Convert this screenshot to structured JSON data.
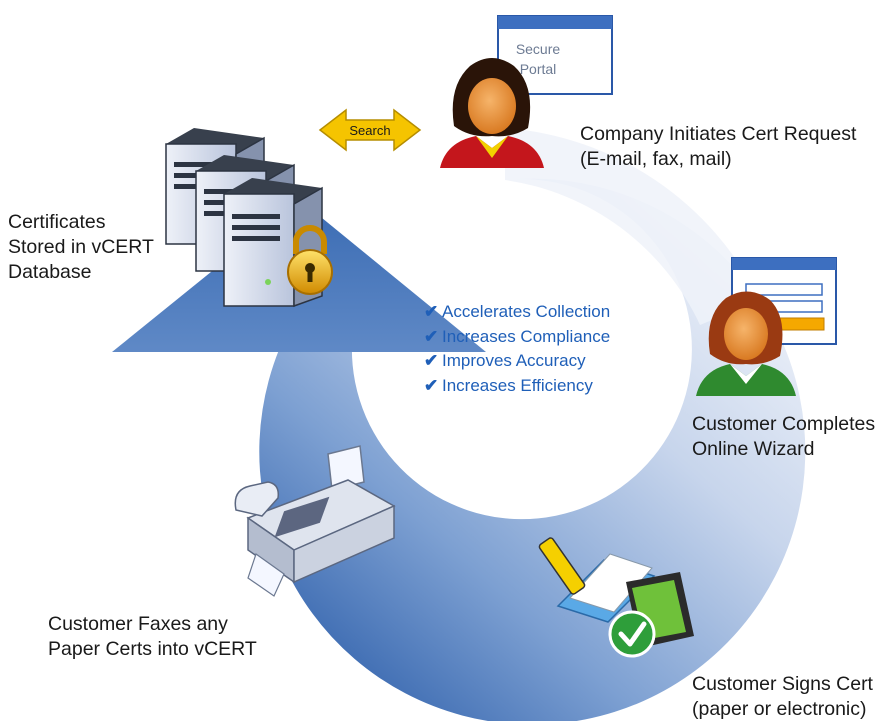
{
  "labels": {
    "certificates_stored": [
      "Certificates",
      "Stored in vCERT",
      "Database"
    ],
    "company_initiates": [
      "Company Initiates Cert Request",
      "(E-mail, fax, mail)"
    ],
    "customer_completes": [
      "Customer Completes",
      "Online Wizard"
    ],
    "customer_signs": [
      "Customer Signs Cert",
      "(paper or electronic)"
    ],
    "customer_faxes": [
      "Customer Faxes any",
      "Paper Certs into vCERT"
    ]
  },
  "search_label": "Search",
  "portal_text": [
    "Secure",
    "Portal"
  ],
  "benefits": [
    "Accelerates Collection",
    "Increases Compliance",
    "Improves Accuracy",
    "Increases Efficiency"
  ],
  "icons": {
    "check": "✔",
    "servers": "database-servers-icon",
    "lock": "padlock-icon",
    "fax": "fax-machine-icon",
    "sign": "sign-document-icon"
  },
  "colors": {
    "cycle_light": "#e8eef8",
    "cycle_dark": "#3c6eb6",
    "checklist_text": "#1f5fb8",
    "search_arrow": "#f5c400"
  }
}
